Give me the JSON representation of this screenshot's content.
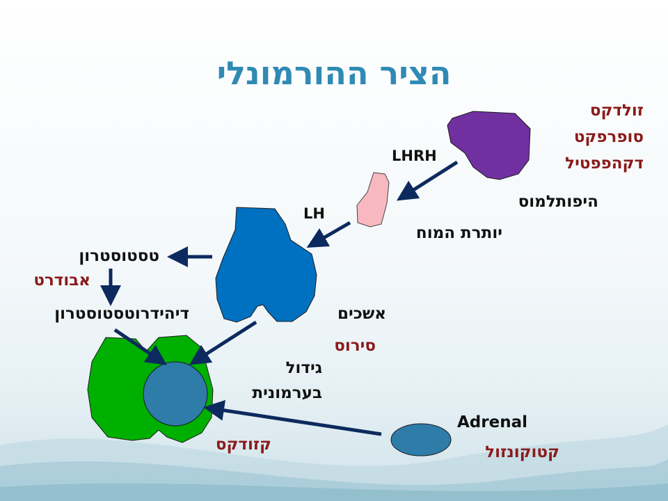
{
  "title": "הציר ההורמונלי",
  "colors": {
    "title": "#2f8ab4",
    "drug_label": "#8b1a1a",
    "hypothalamus": "#7030a0",
    "pituitary": "#f8b8c0",
    "testes": "#0070c0",
    "prostate": "#00b000",
    "tumor": "#2e7ca8",
    "adrenal": "#2e7ca8",
    "arrow": "#0d2a5e"
  },
  "labels": {
    "hypothalamus": "היפותלמוס",
    "pituitary": "יותרת המוח",
    "testes": "אשכים",
    "testosterone": "טסטוסטרון",
    "dht": "דיהידרוטסטוסטרון",
    "prostate_line1": "גידול",
    "prostate_line2": "בערמונית",
    "adrenal": "Adrenal",
    "lhrh": "LHRH",
    "lh": "LH"
  },
  "drugs": {
    "hypothalamus": [
      "זולדקס",
      "סופרפקט",
      "דקהפפטיל"
    ],
    "testosterone": "אבודרט",
    "testes": "סירוס",
    "prostate": "קזודקס",
    "adrenal": "קטוקונזול"
  }
}
